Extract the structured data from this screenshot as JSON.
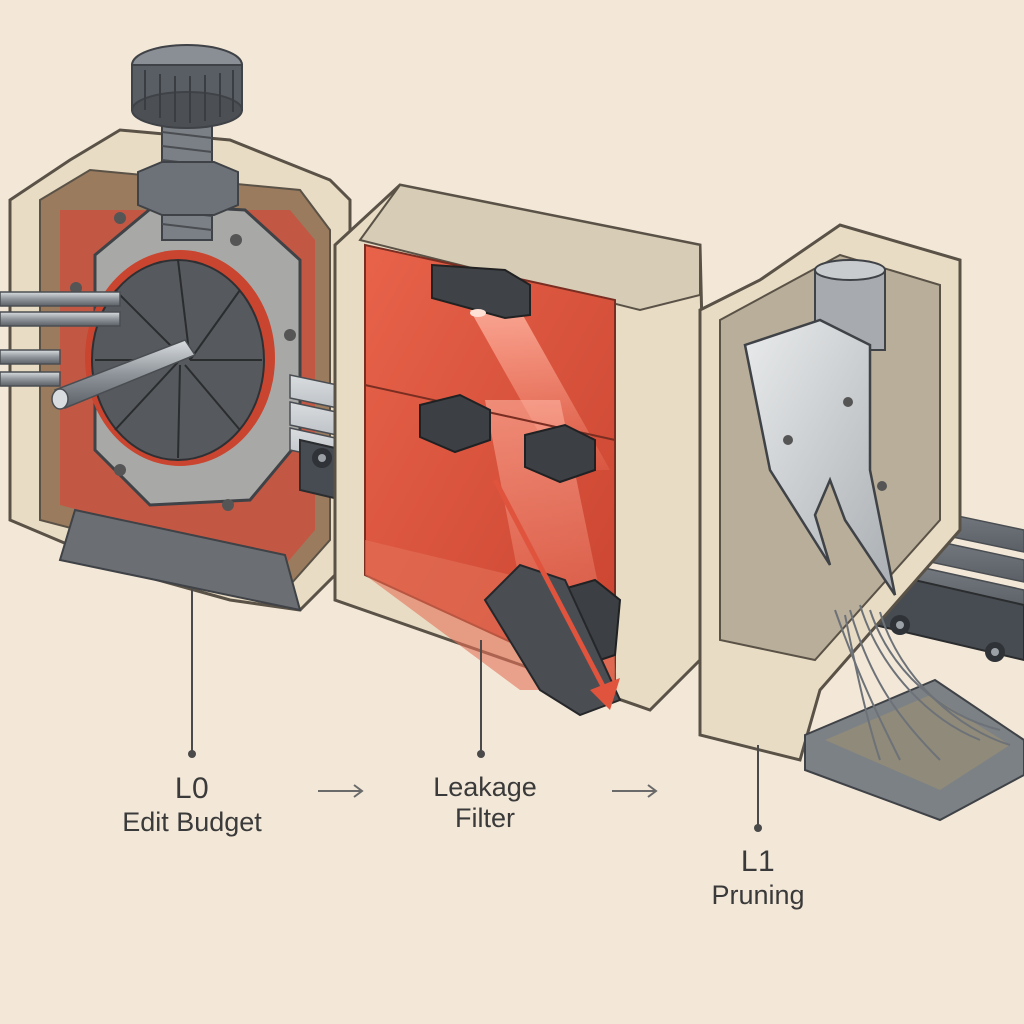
{
  "stages": [
    {
      "code": "L0",
      "name": "Edit Budget"
    },
    {
      "code": "",
      "name": "Leakage\nFilter"
    },
    {
      "code": "L1",
      "name": "Pruning"
    }
  ],
  "labels": {
    "l0_code": "L0",
    "l0_name": "Edit Budget",
    "filter_line1": "Leakage",
    "filter_line2": "Filter",
    "l1_code": "L1",
    "l1_name": "Pruning"
  },
  "colors": {
    "background": "#f3e8d8",
    "housing": "#e8dcc4",
    "steel": "#6d7278",
    "filter_red": "#e0533d",
    "ink": "#3a3a3a"
  },
  "icons": [
    "adjustment-knob-icon",
    "aperture-iris-icon",
    "red-sensor-icon",
    "shear-blade-icon",
    "scrap-tray-icon"
  ]
}
